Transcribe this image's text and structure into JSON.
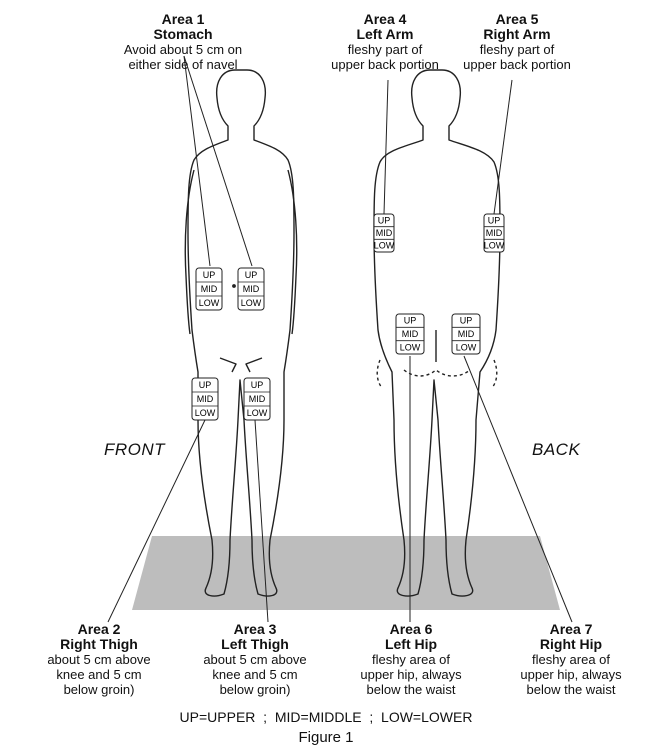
{
  "areas": {
    "area1": {
      "area": "Area 1",
      "name": "Stomach",
      "desc1": "Avoid about 5 cm on",
      "desc2": "either side of navel"
    },
    "area4": {
      "area": "Area 4",
      "name": "Left Arm",
      "desc1": "fleshy part of",
      "desc2": "upper back portion"
    },
    "area5": {
      "area": "Area 5",
      "name": "Right Arm",
      "desc1": "fleshy part of",
      "desc2": "upper back portion"
    },
    "area2": {
      "area": "Area 2",
      "name": "Right Thigh",
      "desc1": "about 5 cm above",
      "desc2": "knee and 5 cm",
      "desc3": "below groin)"
    },
    "area3": {
      "area": "Area 3",
      "name": "Left Thigh",
      "desc1": "about 5 cm above",
      "desc2": "knee and 5 cm",
      "desc3": "below groin)"
    },
    "area6": {
      "area": "Area 6",
      "name": "Left Hip",
      "desc1": "fleshy area of",
      "desc2": "upper hip, always",
      "desc3": "below the waist"
    },
    "area7": {
      "area": "Area 7",
      "name": "Right Hip",
      "desc1": "fleshy area of",
      "desc2": "upper hip, always",
      "desc3": "below the waist"
    }
  },
  "views": {
    "front": "FRONT",
    "back": "BACK"
  },
  "zone_labels": {
    "up": "UP",
    "mid": "MID",
    "low": "LOW"
  },
  "legend": "UP=UPPER  ;  MID=MIDDLE  ;  LOW=LOWER",
  "caption": "Figure 1",
  "colors": {
    "floor": "#bdbdbd",
    "line": "#222222"
  }
}
